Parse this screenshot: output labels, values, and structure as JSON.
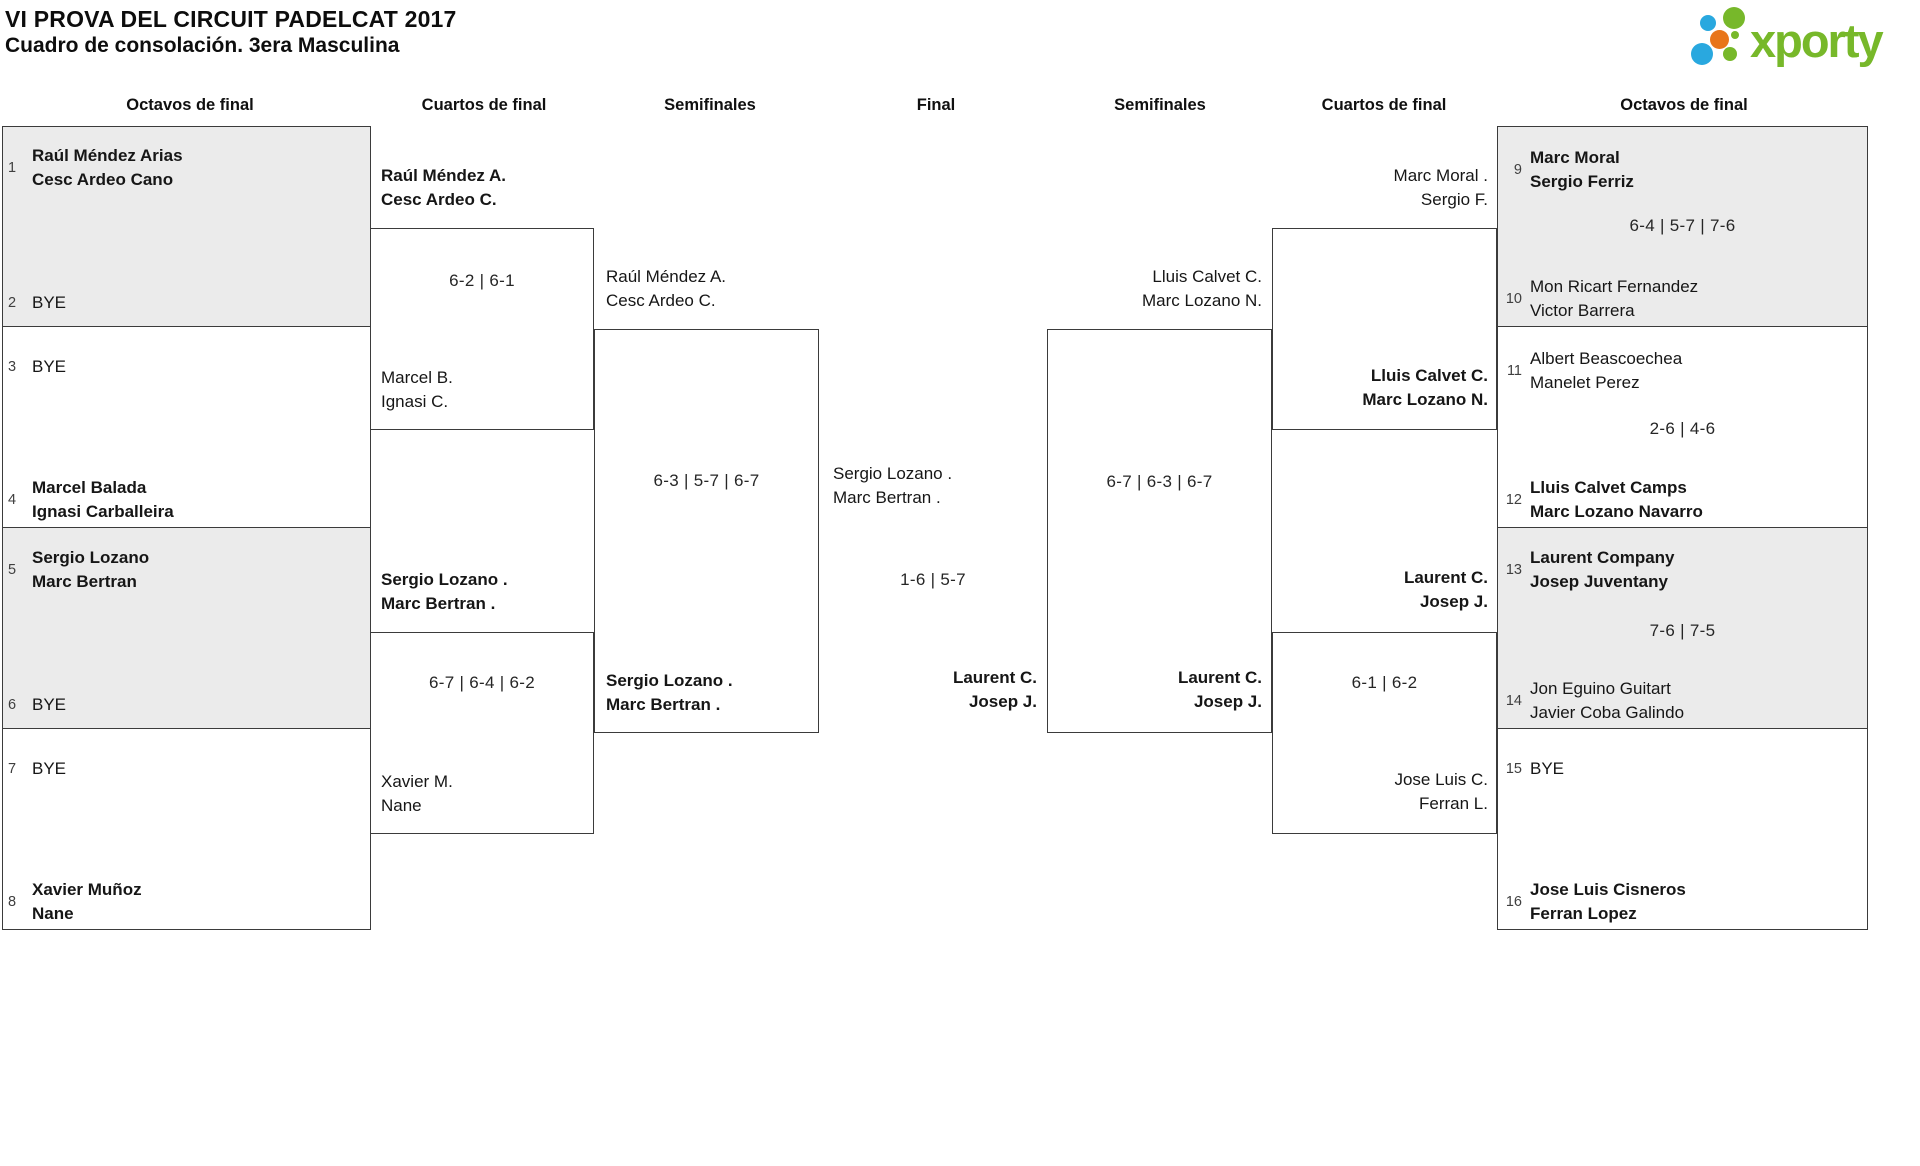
{
  "title": {
    "line1": "VI PROVA DEL CIRCUIT PADELCAT 2017",
    "line2": "Cuadro de consolación. 3era Masculina"
  },
  "logo": {
    "brand": "xporty"
  },
  "brand_colors": {
    "green": "#77b82a",
    "blue": "#29a8df",
    "orange": "#e8751a"
  },
  "colors": {
    "line": "#3b3b3b",
    "shaded_row": "#ebebeb"
  },
  "columns": {
    "octavos_left": "Octavos de final",
    "cuartos_left": "Cuartos de final",
    "semifinales_left": "Semifinales",
    "final": "Final",
    "semifinales_right": "Semifinales",
    "cuartos_right": "Cuartos de final",
    "octavos_right": "Octavos de final"
  },
  "octavos_left": [
    {
      "seed": "1",
      "p1": "Raúl Méndez Arias",
      "p2": "Cesc Ardeo Cano"
    },
    {
      "seed": "2",
      "p1": "BYE",
      "p2": ""
    },
    {
      "seed": "3",
      "p1": "BYE",
      "p2": ""
    },
    {
      "seed": "4",
      "p1": "Marcel Balada",
      "p2": "Ignasi Carballeira"
    },
    {
      "seed": "5",
      "p1": "Sergio Lozano",
      "p2": "Marc Bertran"
    },
    {
      "seed": "6",
      "p1": "BYE",
      "p2": ""
    },
    {
      "seed": "7",
      "p1": "BYE",
      "p2": ""
    },
    {
      "seed": "8",
      "p1": "Xavier Muñoz",
      "p2": "Nane"
    }
  ],
  "octavos_right": [
    {
      "seed": "9",
      "p1": "Marc Moral",
      "p2": "Sergio Ferriz"
    },
    {
      "seed": "10",
      "p1": "Mon Ricart Fernandez",
      "p2": "Victor Barrera"
    },
    {
      "seed": "11",
      "p1": "Albert Beascoechea",
      "p2": "Manelet Perez"
    },
    {
      "seed": "12",
      "p1": "Lluis Calvet Camps",
      "p2": "Marc Lozano Navarro"
    },
    {
      "seed": "13",
      "p1": "Laurent Company",
      "p2": "Josep Juventany"
    },
    {
      "seed": "14",
      "p1": "Jon Eguino Guitart",
      "p2": "Javier Coba Galindo"
    },
    {
      "seed": "15",
      "p1": "BYE",
      "p2": ""
    },
    {
      "seed": "16",
      "p1": "Jose Luis Cisneros",
      "p2": "Ferran Lopez"
    }
  ],
  "advancers": {
    "qf_left_t1": {
      "p1": "Raúl Méndez A.",
      "p2": "Cesc Ardeo C."
    },
    "qf_left_t2": {
      "p1": "Marcel B.",
      "p2": "Ignasi C."
    },
    "qf_left_t3": {
      "p1": "Sergio Lozano .",
      "p2": "Marc Bertran ."
    },
    "qf_left_t4": {
      "p1": "Xavier M.",
      "p2": "Nane"
    },
    "sf_left_t1": {
      "p1": "Raúl Méndez A.",
      "p2": "Cesc Ardeo C."
    },
    "sf_left_t2": {
      "p1": "Sergio Lozano .",
      "p2": "Marc Bertran ."
    },
    "final_t1": {
      "p1": "Sergio Lozano .",
      "p2": "Marc Bertran ."
    },
    "final_t2": {
      "p1": "Laurent C.",
      "p2": "Josep J."
    },
    "sf_right_t1": {
      "p1": "Lluis Calvet C.",
      "p2": "Marc Lozano N."
    },
    "sf_right_t2": {
      "p1": "Laurent C.",
      "p2": "Josep J."
    },
    "qf_right_t1": {
      "p1": "Marc Moral .",
      "p2": "Sergio F."
    },
    "qf_right_t2": {
      "p1": "Lluis Calvet C.",
      "p2": "Marc Lozano N."
    },
    "qf_right_t3": {
      "p1": "Laurent C.",
      "p2": "Josep J."
    },
    "qf_right_t4": {
      "p1": "Jose Luis C.",
      "p2": "Ferran L."
    }
  },
  "scores": {
    "r16_9_10": "6-4 | 5-7 | 7-6",
    "r16_11_12": "2-6 | 4-6",
    "r16_13_14": "7-6 | 7-5",
    "qf_left_top": "6-2 | 6-1",
    "qf_left_bottom": "6-7 | 6-4 | 6-2",
    "qf_right_bottom": "6-1 | 6-2",
    "sf_left": "6-3 | 5-7 | 6-7",
    "sf_right": "6-7 | 6-3 | 6-7",
    "final": "1-6 | 5-7"
  }
}
